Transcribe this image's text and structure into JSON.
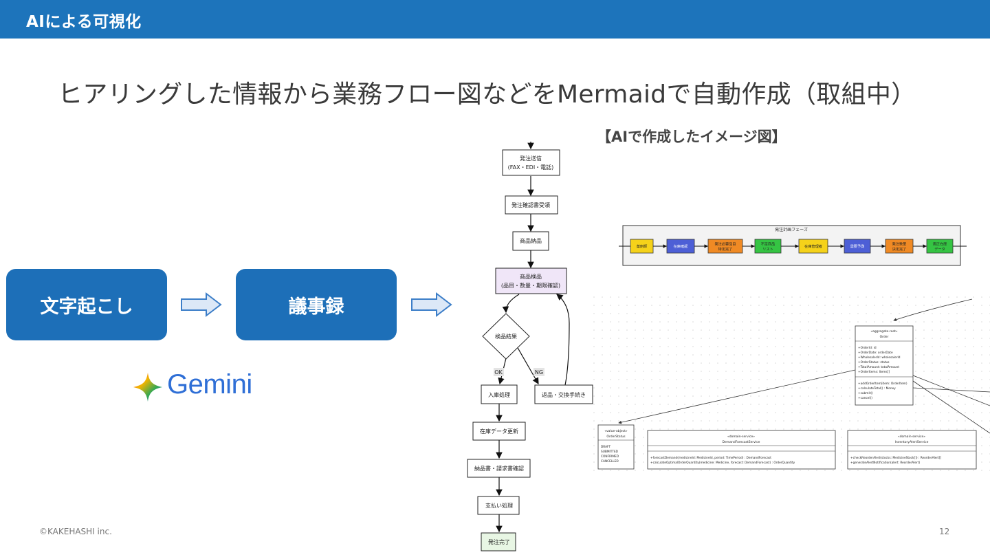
{
  "header": {
    "title": "AIによる可視化"
  },
  "main": {
    "heading": "ヒアリングした情報から業務フロー図などをMermaidで自動作成（取組中）",
    "caption": "【AIで作成したイメージ図】"
  },
  "process": {
    "step1": "文字起こし",
    "step2": "議事録",
    "tool_name": "Gemini"
  },
  "flowchart": {
    "node1_line1": "発注送信",
    "node1_line2": "(FAX・EDI・電話)",
    "node2": "発注確認書受領",
    "node3": "商品納品",
    "node4_line1": "商品検品",
    "node4_line2": "(品目・数量・期限確認)",
    "decision": "検品結果",
    "edge_ok": "OK",
    "edge_ng": "NG",
    "node_ok": "入庫処理",
    "node_ng": "返品・交換手続き",
    "node6": "在庫データ更新",
    "node7": "納品書・請求書確認",
    "node8": "支払い処理",
    "node9": "発注完了"
  },
  "phase_diagram": {
    "title": "発注計画フェーズ",
    "steps": [
      {
        "l1": "薬剤師",
        "l2": "",
        "color": "#f5d21a"
      },
      {
        "l1": "在庫確認",
        "l2": "",
        "color": "#4d5fd6"
      },
      {
        "l1": "発注必要品目",
        "l2": "特定完了",
        "color": "#f08a24"
      },
      {
        "l1": "不足商品",
        "l2": "リスト",
        "color": "#35c443"
      },
      {
        "l1": "在庫管理者",
        "l2": "",
        "color": "#f5d21a"
      },
      {
        "l1": "需要予測",
        "l2": "",
        "color": "#4d5fd6"
      },
      {
        "l1": "発注数量",
        "l2": "決定完了",
        "color": "#f08a24"
      },
      {
        "l1": "適正在庫",
        "l2": "データ",
        "color": "#35c443"
      }
    ]
  },
  "class_diagram": {
    "order": {
      "stereotype": "«aggregate-root»",
      "name": "Order",
      "attributes": [
        "+OrderId: id",
        "+OrderDate: orderDate",
        "+WholesalerId: wholesalerId",
        "+OrderStatus: status",
        "+TotalAmount: totalAmount",
        "+OrderItems: Items[]"
      ],
      "methods": [
        "+addOrderItem(item: OrderItem)",
        "+calculateTotal() : Money",
        "+submit()",
        "+cancel()"
      ]
    },
    "order_status": {
      "stereotype": "«value-object»",
      "name": "OrderStatus",
      "values": [
        "DRAFT",
        "SUBMITTED",
        "CONFIRMED",
        "CANCELLED"
      ]
    },
    "demand_service": {
      "stereotype": "«domain-service»",
      "name": "DemandForecastService",
      "methods": [
        "+forecastDemand(medicineId: MedicineId, period: TimePeriod) : DemandForecast",
        "+calculateOptimalOrderQuantity(medicine: Medicine, forecast: DemandForecast) : OrderQuantity"
      ]
    },
    "inventory_service": {
      "stereotype": "«domain-service»",
      "name": "InventoryAlertService",
      "methods": [
        "+checkReorderAlert(stocks: MedicineStock[]) : ReorderAlert[]",
        "+generateAlertNotification(alert: ReorderAlert)"
      ]
    }
  },
  "footer": {
    "copyright": "©KAKEHASHI inc.",
    "page_number": "12"
  }
}
